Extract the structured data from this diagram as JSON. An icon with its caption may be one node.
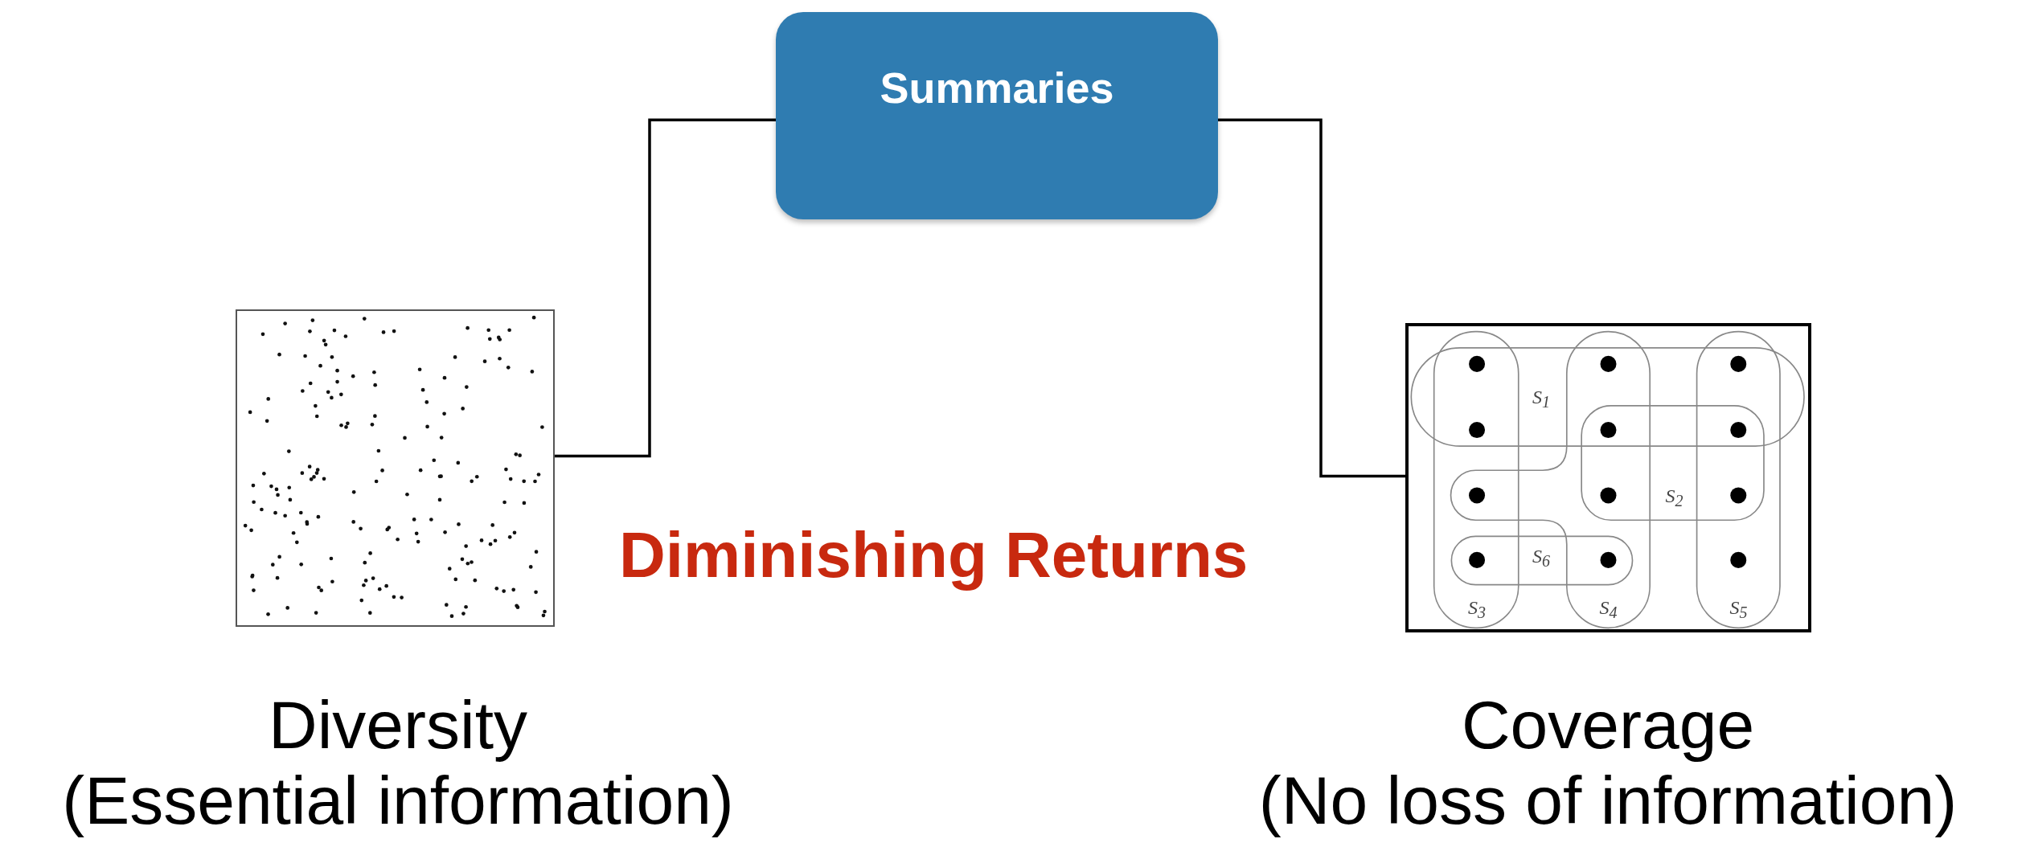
{
  "diagram": {
    "nodes": [
      {
        "text": [
          "Summaries"
        ]
      },
      {
        "text": [],
        "shape": "picture",
        "beside": [
          "Diversity (Essential information)"
        ]
      },
      {
        "text": [],
        "shape": "picture",
        "beside": [
          "Coverage (No loss of information)"
        ]
      }
    ],
    "edges": [
      {
        "from": 0,
        "to": 1,
        "arrow": "none"
      },
      {
        "from": 0,
        "to": 2,
        "arrow": "none"
      }
    ],
    "labels": [
      "S$_{1}$",
      "S$_{2}$",
      "S$_{6}$",
      "S$_{3}$",
      "S$_{4}$",
      "S$_{5}$",
      "Diminishing Returns"
    ]
  }
}
